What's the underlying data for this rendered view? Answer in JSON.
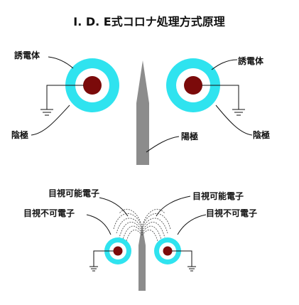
{
  "title": "I. D. E式コロナ処理方式原理",
  "labels": {
    "dielectric": "誘電体",
    "cathode": "陰極",
    "anode": "陽極",
    "visible_electron": "目視可能電子",
    "invisible_electron": "目視不可電子"
  },
  "colors": {
    "dielectric_outer": "#2fe3ef",
    "dielectric_inner": "#ffffff",
    "cathode_core": "#7b0a0a",
    "anode": "#8c8c8c",
    "line": "#111111",
    "discharge": "#666666"
  }
}
